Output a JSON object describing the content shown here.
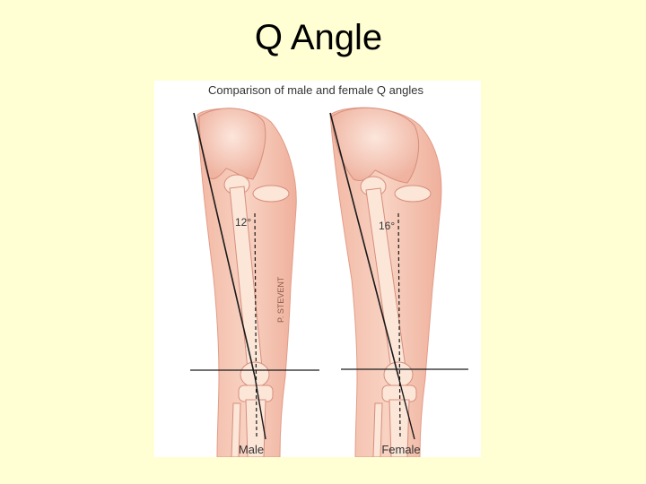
{
  "slide": {
    "title": "Q Angle"
  },
  "figure": {
    "caption": "Comparison of male and female Q angles",
    "panels": [
      {
        "label": "Male",
        "angle_label": "12°"
      },
      {
        "label": "Female",
        "angle_label": "16°"
      }
    ],
    "signature": "P. STEVENT",
    "colors": {
      "skin": "#f6c9b6",
      "skin_edge": "#e59a86",
      "bone": "#fbe6d8",
      "bone_shadow": "#e8a898",
      "line": "#1a1a1a",
      "background": "#ffffd3"
    }
  }
}
